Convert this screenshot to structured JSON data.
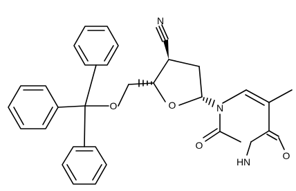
{
  "molecule": {
    "atoms": {
      "cyano_n": "N",
      "ring_o": "O",
      "ether_o": "O",
      "uracil_n1": "N",
      "carbonyl_o2": "O",
      "uracil_n3h": "N",
      "uracil_h": "H",
      "carbonyl_o4": "O"
    }
  }
}
